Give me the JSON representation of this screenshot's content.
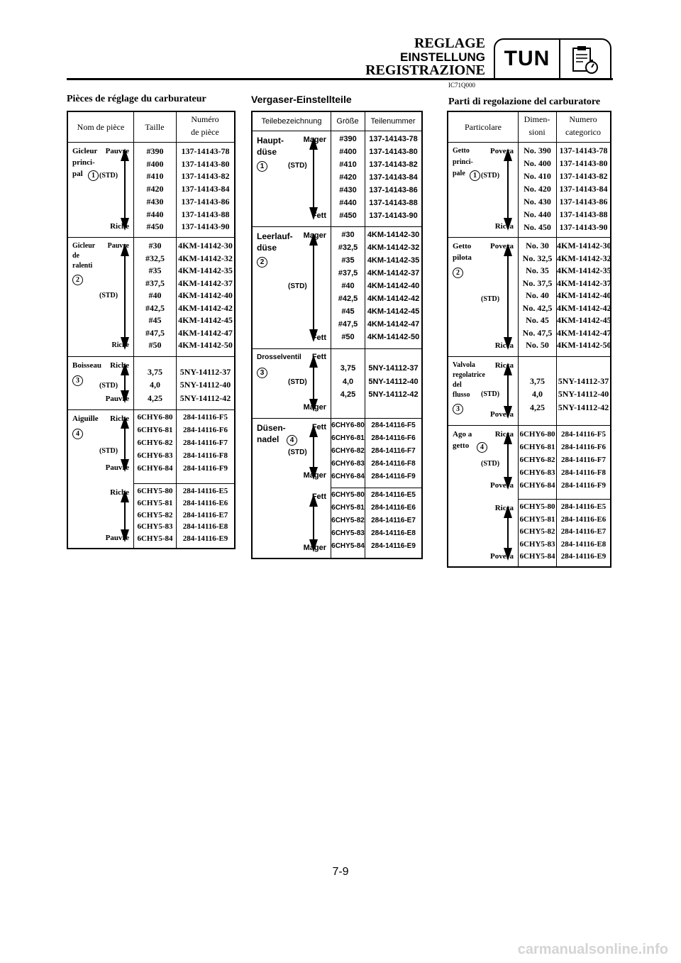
{
  "header": {
    "title_fr": "REGLAGE",
    "title_de": "EINSTELLUNG",
    "title_it": "REGISTRAZIONE",
    "tab_label": "TUN",
    "tab_icon": "clipboard-stopwatch-icon",
    "code": "IC71Q000"
  },
  "fr": {
    "section_title": "Pièces de réglage du carburateur",
    "headers": [
      "Nom de pièce",
      "Taille",
      "Numéro",
      "de pièce"
    ],
    "g1": {
      "name": [
        "Gicleur",
        "princi-",
        "pal"
      ],
      "circ": "1",
      "top": "Pauvre",
      "std": "(STD)",
      "bottom": "Riche",
      "sizes": [
        "#390",
        "#400",
        "#410",
        "#420",
        "#430",
        "#440",
        "#450"
      ],
      "parts": [
        "137-14143-78",
        "137-14143-80",
        "137-14143-82",
        "137-14143-84",
        "137-14143-86",
        "137-14143-88",
        "137-14143-90"
      ]
    },
    "g2": {
      "name": [
        "Gicleur",
        "de",
        "ralenti"
      ],
      "circ": "2",
      "top": "Pauvre",
      "std": "(STD)",
      "bottom": "Riche",
      "sizes": [
        "#30",
        "#32,5",
        "#35",
        "#37,5",
        "#40",
        "#42,5",
        "#45",
        "#47,5",
        "#50"
      ],
      "parts": [
        "4KM-14142-30",
        "4KM-14142-32",
        "4KM-14142-35",
        "4KM-14142-37",
        "4KM-14142-40",
        "4KM-14142-42",
        "4KM-14142-45",
        "4KM-14142-47",
        "4KM-14142-50"
      ]
    },
    "g3": {
      "name": [
        "Boisseau"
      ],
      "circ": "3",
      "top": "Riche",
      "std": "(STD)",
      "bottom": "Pauvre",
      "sizes": [
        "3,75",
        "4,0",
        "4,25"
      ],
      "parts": [
        "5NY-14112-37",
        "5NY-14112-40",
        "5NY-14112-42"
      ]
    },
    "g4": {
      "name": [
        "Aiguille"
      ],
      "circ": "4",
      "top": "Riche",
      "std": "(STD)",
      "bottom": "Pauvre",
      "sizes": [
        "6CHY6-80",
        "6CHY6-81",
        "6CHY6-82",
        "6CHY6-83",
        "6CHY6-84"
      ],
      "parts": [
        "284-14116-F5",
        "284-14116-F6",
        "284-14116-F7",
        "284-14116-F8",
        "284-14116-F9"
      ]
    },
    "g5": {
      "top": "Riche",
      "bottom": "Pauvre",
      "sizes": [
        "6CHY5-80",
        "6CHY5-81",
        "6CHY5-82",
        "6CHY5-83",
        "6CHY5-84"
      ],
      "parts": [
        "284-14116-E5",
        "284-14116-E6",
        "284-14116-E7",
        "284-14116-E8",
        "284-14116-E9"
      ]
    }
  },
  "de": {
    "section_title": "Vergaser-Einstellteile",
    "headers": [
      "Teilebezeichnung",
      "Größe",
      "Teilenummer"
    ],
    "g1": {
      "name": [
        "Haupt-",
        "düse"
      ],
      "circ": "1",
      "top": "Mager",
      "std": "(STD)",
      "bottom": "Fett",
      "sizes": [
        "#390",
        "#400",
        "#410",
        "#420",
        "#430",
        "#440",
        "#450"
      ],
      "parts": [
        "137-14143-78",
        "137-14143-80",
        "137-14143-82",
        "137-14143-84",
        "137-14143-86",
        "137-14143-88",
        "137-14143-90"
      ]
    },
    "g2": {
      "name": [
        "Leerlauf-",
        "düse"
      ],
      "circ": "2",
      "top": "Mager",
      "std": "(STD)",
      "bottom": "Fett",
      "sizes": [
        "#30",
        "#32,5",
        "#35",
        "#37,5",
        "#40",
        "#42,5",
        "#45",
        "#47,5",
        "#50"
      ],
      "parts": [
        "4KM-14142-30",
        "4KM-14142-32",
        "4KM-14142-35",
        "4KM-14142-37",
        "4KM-14142-40",
        "4KM-14142-42",
        "4KM-14142-45",
        "4KM-14142-47",
        "4KM-14142-50"
      ]
    },
    "g3": {
      "name": [
        "Drosselventil"
      ],
      "circ": "3",
      "top": "Fett",
      "std": "(STD)",
      "bottom": "Mager",
      "sizes": [
        "3,75",
        "4,0",
        "4,25"
      ],
      "parts": [
        "5NY-14112-37",
        "5NY-14112-40",
        "5NY-14112-42"
      ]
    },
    "g4": {
      "name": [
        "Düsen-",
        "nadel"
      ],
      "circ": "4",
      "top": "Fett",
      "std": "(STD)",
      "bottom": "Mager",
      "sizes": [
        "6CHY6-80",
        "6CHY6-81",
        "6CHY6-82",
        "6CHY6-83",
        "6CHY6-84"
      ],
      "parts": [
        "284-14116-F5",
        "284-14116-F6",
        "284-14116-F7",
        "284-14116-F8",
        "284-14116-F9"
      ]
    },
    "g5": {
      "top": "Fett",
      "bottom": "Mager",
      "sizes": [
        "6CHY5-80",
        "6CHY5-81",
        "6CHY5-82",
        "6CHY5-83",
        "6CHY5-84"
      ],
      "parts": [
        "284-14116-E5",
        "284-14116-E6",
        "284-14116-E7",
        "284-14116-E8",
        "284-14116-E9"
      ]
    }
  },
  "it": {
    "section_title": "Parti di regolazione del carburatore",
    "headers": [
      "Particolare",
      "Dimen-",
      "sioni",
      "Numero",
      "categorico"
    ],
    "g1": {
      "name": [
        "Getto",
        "princi-",
        "pale"
      ],
      "circ": "1",
      "top": "Povera",
      "std": "(STD)",
      "bottom": "Ricca",
      "sizes": [
        "No. 390",
        "No. 400",
        "No. 410",
        "No. 420",
        "No. 430",
        "No. 440",
        "No. 450"
      ],
      "parts": [
        "137-14143-78",
        "137-14143-80",
        "137-14143-82",
        "137-14143-84",
        "137-14143-86",
        "137-14143-88",
        "137-14143-90"
      ]
    },
    "g2": {
      "name": [
        "Getto",
        "pilota"
      ],
      "circ": "2",
      "top": "Povera",
      "std": "(STD)",
      "bottom": "Ricca",
      "sizes": [
        "No. 30",
        "No. 32,5",
        "No. 35",
        "No. 37,5",
        "No. 40",
        "No. 42,5",
        "No. 45",
        "No. 47,5",
        "No. 50"
      ],
      "parts": [
        "4KM-14142-30",
        "4KM-14142-32",
        "4KM-14142-35",
        "4KM-14142-37",
        "4KM-14142-40",
        "4KM-14142-42",
        "4KM-14142-45",
        "4KM-14142-47",
        "4KM-14142-50"
      ]
    },
    "g3": {
      "name": [
        "Valvola",
        "regolatrice",
        "del",
        "flusso"
      ],
      "circ": "3",
      "top": "Ricca",
      "std": "(STD)",
      "bottom": "Povera",
      "sizes": [
        "3,75",
        "4,0",
        "4,25"
      ],
      "parts": [
        "5NY-14112-37",
        "5NY-14112-40",
        "5NY-14112-42"
      ]
    },
    "g4": {
      "name": [
        "Ago a",
        "getto"
      ],
      "circ": "4",
      "top": "Ricca",
      "std": "(STD)",
      "bottom": "Povera",
      "sizes": [
        "6CHY6-80",
        "6CHY6-81",
        "6CHY6-82",
        "6CHY6-83",
        "6CHY6-84"
      ],
      "parts": [
        "284-14116-F5",
        "284-14116-F6",
        "284-14116-F7",
        "284-14116-F8",
        "284-14116-F9"
      ]
    },
    "g5": {
      "top": "Ricca",
      "bottom": "Povera",
      "sizes": [
        "6CHY5-80",
        "6CHY5-81",
        "6CHY5-82",
        "6CHY5-83",
        "6CHY5-84"
      ],
      "parts": [
        "284-14116-E5",
        "284-14116-E6",
        "284-14116-E7",
        "284-14116-E8",
        "284-14116-E9"
      ]
    }
  },
  "page_number": "7-9",
  "watermark": "carmanualsonline.info"
}
